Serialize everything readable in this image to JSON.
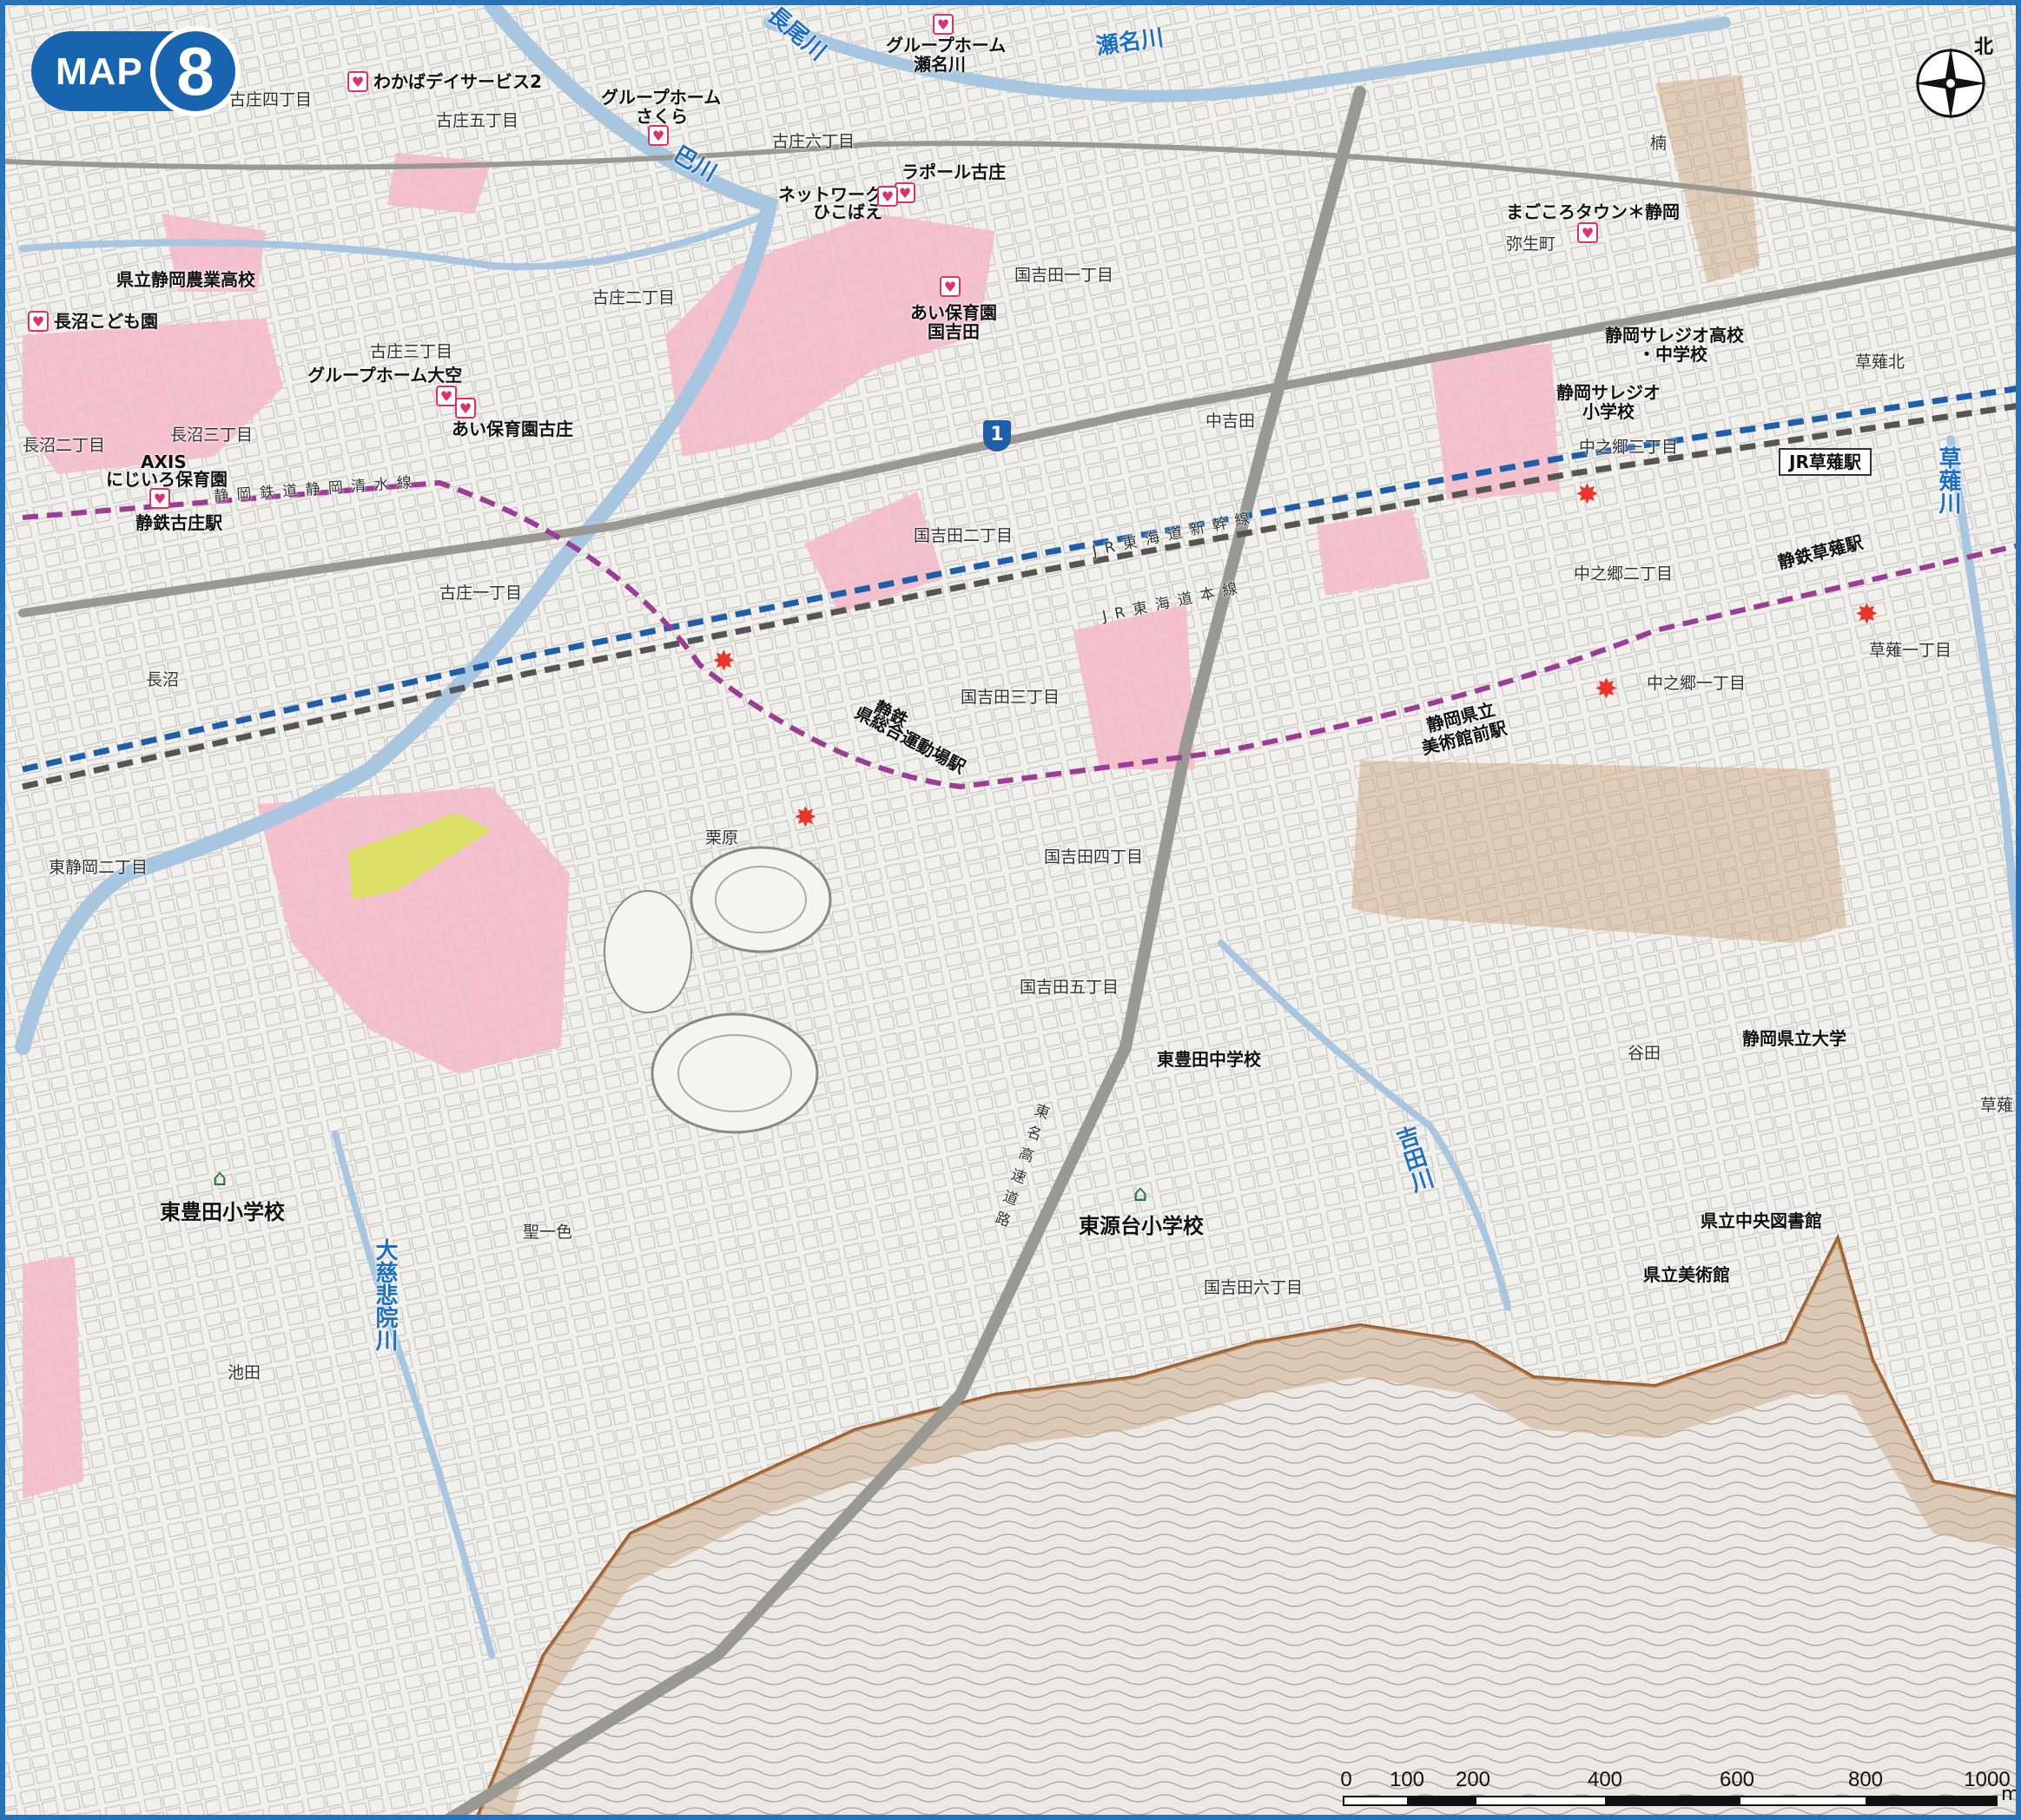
{
  "badge": {
    "word": "MAP",
    "number": "8"
  },
  "compass": {
    "north_label": "北"
  },
  "scale": {
    "ticks": [
      "0",
      "100",
      "200",
      "400",
      "600",
      "800",
      "1000"
    ],
    "unit": "m"
  },
  "route": {
    "number": "1"
  },
  "towns": [
    "古庄四丁目",
    "古庄五丁目",
    "古庄六丁目",
    "古庄二丁目",
    "古庄三丁目",
    "古庄一丁目",
    "長沼二丁目",
    "長沼三丁目",
    "長沼",
    "東静岡二丁目",
    "栗原",
    "国吉田一丁目",
    "国吉田二丁目",
    "国吉田三丁目",
    "国吉田四丁目",
    "国吉田五丁目",
    "国吉田六丁目",
    "中吉田",
    "弥生町",
    "中之郷三丁目",
    "中之郷二丁目",
    "中之郷一丁目",
    "草薙一丁目",
    "草薙北",
    "谷田",
    "聖一色",
    "池田",
    "草薙",
    "楠"
  ],
  "facilities": [
    "わかばデイサービス2",
    "グループホーム",
    "瀬名川",
    "グループホーム",
    "さくら",
    "ラポール古庄",
    "ネットワーク",
    "ひこばえ",
    "まごころタウン＊静岡",
    "あい保育園",
    "国吉田",
    "県立静岡農業高校",
    "長沼こども園",
    "グループホーム大空",
    "あい保育園古庄",
    "AXIS",
    "にじいろ保育園",
    "静岡サレジオ高校",
    "・中学校",
    "静岡サレジオ",
    "小学校",
    "東豊田中学校",
    "静岡県立大学",
    "県立中央図書館",
    "県立美術館"
  ],
  "shelters": [
    "東豊田小学校",
    "東源台小学校"
  ],
  "stations": [
    "静鉄古庄駅",
    "静鉄",
    "県総合運動場駅",
    "静岡県立",
    "美術館前駅",
    "静鉄草薙駅",
    "JR草薙駅"
  ],
  "railways": [
    "静 岡 鉄 道 静 岡 清 水 線",
    "J R 東 海 道 新 幹 線",
    "J R 東 海 道 本 線",
    "東 名 高 速 道 路"
  ],
  "rivers": [
    "長尾川",
    "巴川",
    "瀬名川",
    "草薙川",
    "吉田川",
    "大慈悲院川"
  ],
  "colors": {
    "frame": "#2a72b8",
    "hazard_pink": "#f4b9c9",
    "hazard_brown": "#c9a27c",
    "hazard_yellow": "#d8e25a",
    "shinkansen": "#1f5ea8",
    "jr_line": "#555555",
    "shizutetsu": "#9b3d94",
    "river": "#a9c6e0",
    "boundary": "#9a5a28",
    "station": "#e8362b"
  }
}
